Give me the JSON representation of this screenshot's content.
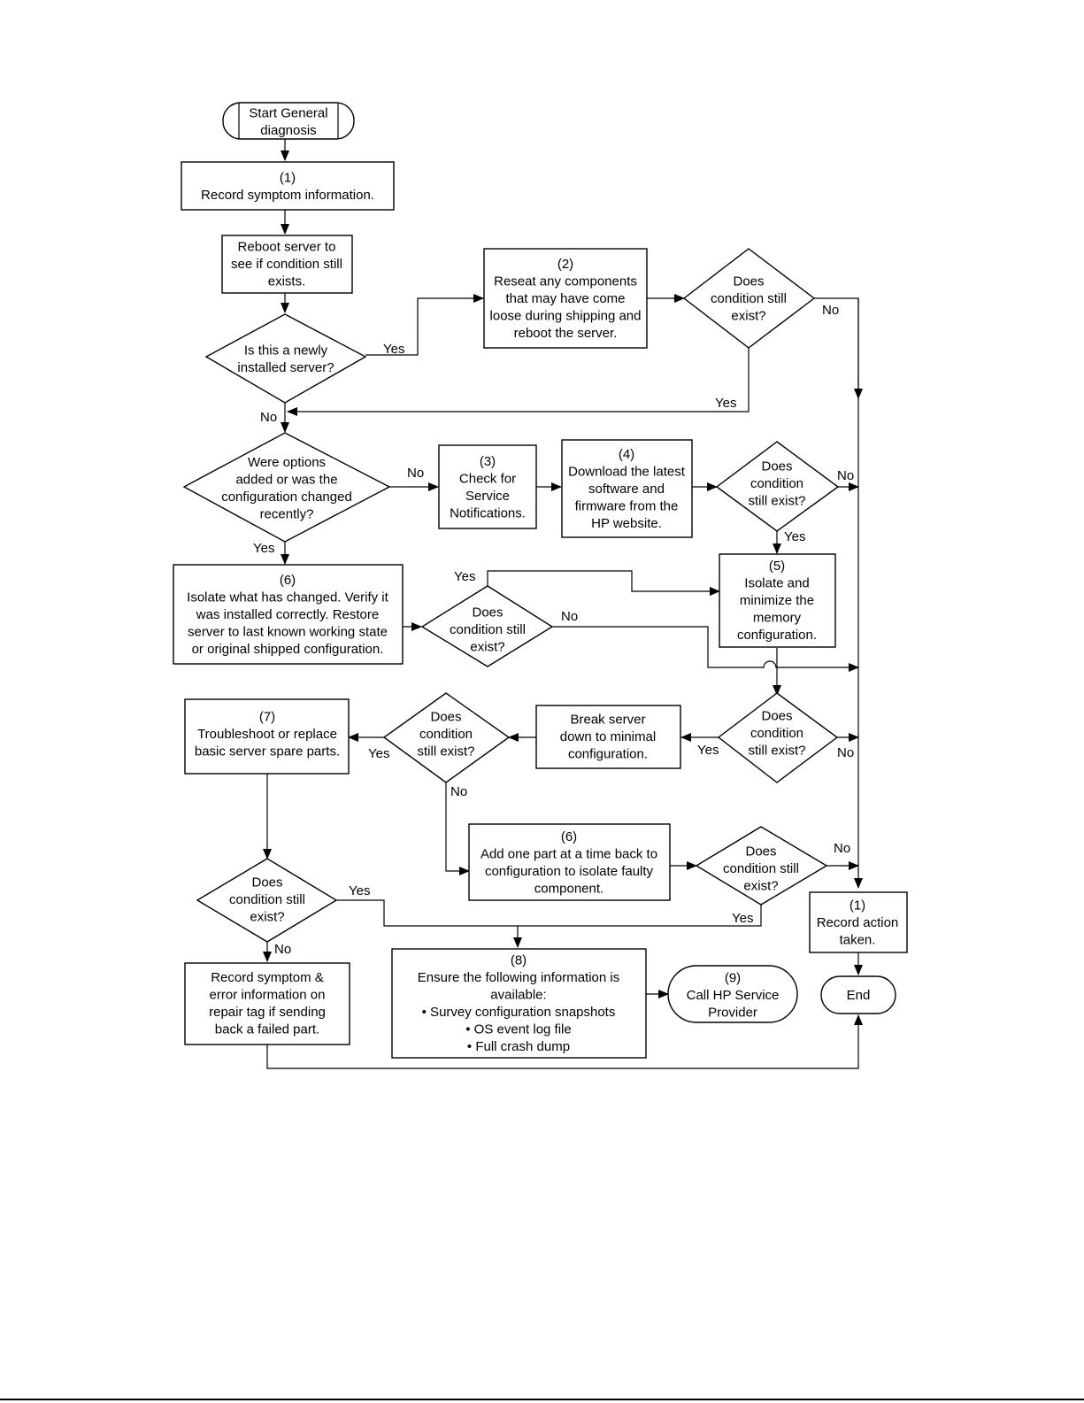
{
  "nodes": {
    "start": [
      "Start General",
      "diagnosis"
    ],
    "record_symptom": [
      "(1)",
      "Record symptom information."
    ],
    "reboot": [
      "Reboot server to",
      "see if condition still",
      "exists."
    ],
    "reseat": [
      "(2)",
      "Reseat any components",
      "that may have come",
      "loose during shipping and",
      "reboot the server."
    ],
    "d_exist_1": [
      "Does",
      "condition still",
      "exist?"
    ],
    "d_newly": [
      "Is this a newly",
      "installed server?"
    ],
    "d_options": [
      "Were options",
      "added or was the",
      "configuration changed",
      "recently?"
    ],
    "check_notifications": [
      "(3)",
      "Check for",
      "Service",
      "Notifications."
    ],
    "download": [
      "(4)",
      "Download the latest",
      "software and",
      "firmware from the",
      "HP website."
    ],
    "d_exist_2": [
      "Does",
      "condition",
      "still exist?"
    ],
    "isolate_changed": [
      "(6)",
      "Isolate what has changed. Verify it",
      "was installed correctly.  Restore",
      "server to last known working state",
      "or original shipped configuration."
    ],
    "d_exist_3": [
      "Does",
      "condition still",
      "exist?"
    ],
    "isolate_memory": [
      "(5)",
      "Isolate and",
      "minimize the",
      "memory",
      "configuration."
    ],
    "troubleshoot": [
      "(7)",
      "Troubleshoot or replace",
      "basic server spare parts."
    ],
    "d_exist_4": [
      "Does",
      "condition",
      "still exist?"
    ],
    "break_server": [
      "Break server",
      "down to minimal",
      "configuration."
    ],
    "d_exist_5": [
      "Does",
      "condition",
      "still exist?"
    ],
    "add_part": [
      "(6)",
      "Add one part at a time back to",
      "configuration to isolate faulty",
      "component."
    ],
    "d_exist_6": [
      "Does",
      "condition still",
      "exist?"
    ],
    "d_exist_7": [
      "Does",
      "condition still",
      "exist?"
    ],
    "record_action": [
      "(1)",
      "Record action",
      "taken."
    ],
    "record_error": [
      "Record symptom &",
      "error information on",
      "repair tag if sending",
      "back a failed part."
    ],
    "ensure_info": [
      "(8)",
      "Ensure the following information is",
      "available:",
      "• Survey configuration snapshots",
      "• OS event log file",
      "• Full crash dump"
    ],
    "call_hp": [
      "(9)",
      "Call HP Service",
      "Provider"
    ],
    "end": [
      "End"
    ]
  },
  "edge_labels": {
    "yes": "Yes",
    "no": "No"
  }
}
